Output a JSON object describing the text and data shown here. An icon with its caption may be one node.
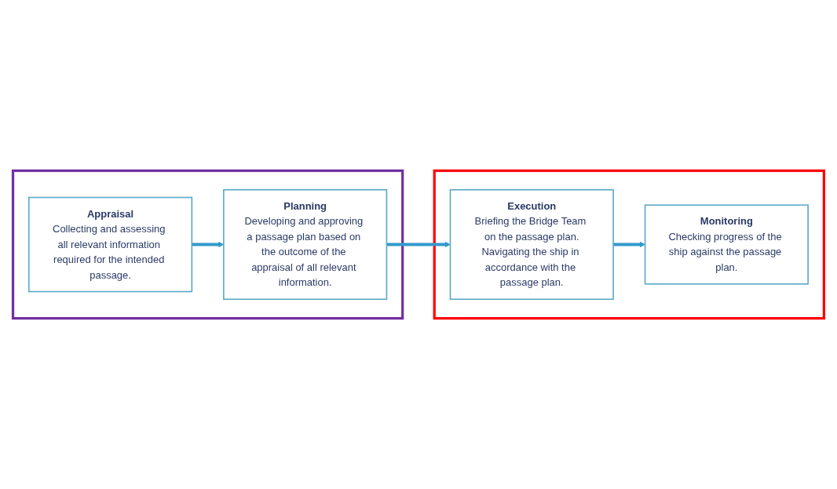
{
  "diagram": {
    "nodes": [
      {
        "text": [],
        "shape": "box"
      },
      {
        "text": [
          "Appraisal",
          "Collecting and assessing all relevant information required for the intended passage."
        ],
        "in": 0
      },
      {
        "text": [
          "Planning",
          "Developing and approving a passage plan based on the outcome of the appraisal of all relevant information."
        ],
        "in": 0
      },
      {
        "text": [],
        "shape": "box"
      },
      {
        "text": [
          "Monitoring",
          "Checking progress of the ship against the passage plan."
        ],
        "in": 3
      },
      {
        "text": [
          "Execution",
          "Briefing the Bridge Team on the passage plan.",
          "Navigating the ship in accordance with the passage plan."
        ],
        "in": 3
      }
    ],
    "edges": [
      {
        "from": 1,
        "to": 2,
        "arrow": "to"
      },
      {
        "from": 2,
        "to": 5,
        "arrow": "to"
      },
      {
        "from": 5,
        "to": 4,
        "arrow": "to"
      }
    ]
  }
}
